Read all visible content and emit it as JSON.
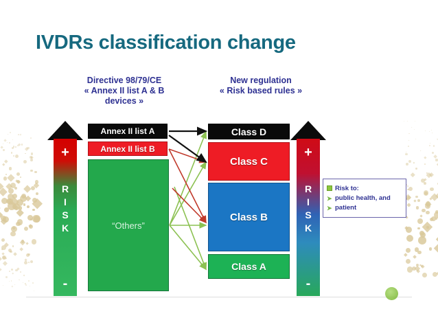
{
  "slide": {
    "title": "IVDRs classification change",
    "title_color": "#16697f",
    "background": "#ffffff"
  },
  "figure": {
    "headings": {
      "left": "Directive 98/79/CE\n« Annex II list A & B devices »",
      "left_lines": [
        "Directive 98/79/CE",
        "« Annex II list A & B",
        "devices »"
      ],
      "right": "New regulation\n« Risk based rules »",
      "right_lines": [
        "New regulation",
        "« Risk based rules »"
      ]
    },
    "risk_scales": [
      {
        "id": "risk-left",
        "top_label": "+",
        "word": "RISK",
        "letters": [
          "R",
          "I",
          "S",
          "K"
        ],
        "bottom_label": "-",
        "gradient_top": "#d40000",
        "gradient_bottom": "#35b85f",
        "arrowhead_color": "#0b0b0b"
      },
      {
        "id": "risk-right",
        "top_label": "+",
        "word": "RISK",
        "letters": [
          "R",
          "I",
          "S",
          "K"
        ],
        "bottom_label": "-",
        "gradient_top": "#cf0b16",
        "gradient_mid": "#2f63b5",
        "gradient_bottom": "#28a85a",
        "arrowhead_color": "#0b0b0b"
      }
    ],
    "left_column": [
      {
        "label": "Annex II list A",
        "fill": "#0a0a0a",
        "text_color": "#ffffff"
      },
      {
        "label": "Annex II list B",
        "fill": "#ee1c25",
        "text_color": "#ffffff"
      },
      {
        "label": "“Others”",
        "fill": "#23a84c",
        "text_color": "#d8f2e0"
      }
    ],
    "right_column": [
      {
        "label": "Class D",
        "fill": "#0a0a0a",
        "text_color": "#ffffff"
      },
      {
        "label": "Class C",
        "fill": "#ee1c25",
        "text_color": "#ffffff"
      },
      {
        "label": "Class B",
        "fill": "#1b76c4",
        "text_color": "#ffffff"
      },
      {
        "label": "Class A",
        "fill": "#1db255",
        "text_color": "#ffffff"
      }
    ],
    "connectors": [
      {
        "from": "Annex II list A",
        "to": "Class D",
        "color": "#111111"
      },
      {
        "from": "Annex II list A",
        "to": "Class C",
        "color": "#111111"
      },
      {
        "from": "Annex II list B",
        "to": "Class C",
        "color": "#c0392b"
      },
      {
        "from": "Annex II list B",
        "to": "Class B",
        "color": "#c0392b"
      },
      {
        "from": "“Others”",
        "to": "Class D",
        "color": "#8cc152"
      },
      {
        "from": "“Others”",
        "to": "Class C",
        "color": "#8cc152"
      },
      {
        "from": "“Others”",
        "to": "Class B",
        "color": "#8cc152"
      },
      {
        "from": "“Others”",
        "to": "Class A",
        "color": "#8cc152"
      }
    ],
    "legend": {
      "border_color": "#6a64ab",
      "text_color": "#2e3192",
      "rows": [
        {
          "bullet": "square-bullet-icon",
          "text": "Risk to:"
        },
        {
          "bullet": "chevron-right-icon",
          "text": "public health, and"
        },
        {
          "bullet": "chevron-right-icon",
          "text": "patient"
        }
      ]
    }
  }
}
